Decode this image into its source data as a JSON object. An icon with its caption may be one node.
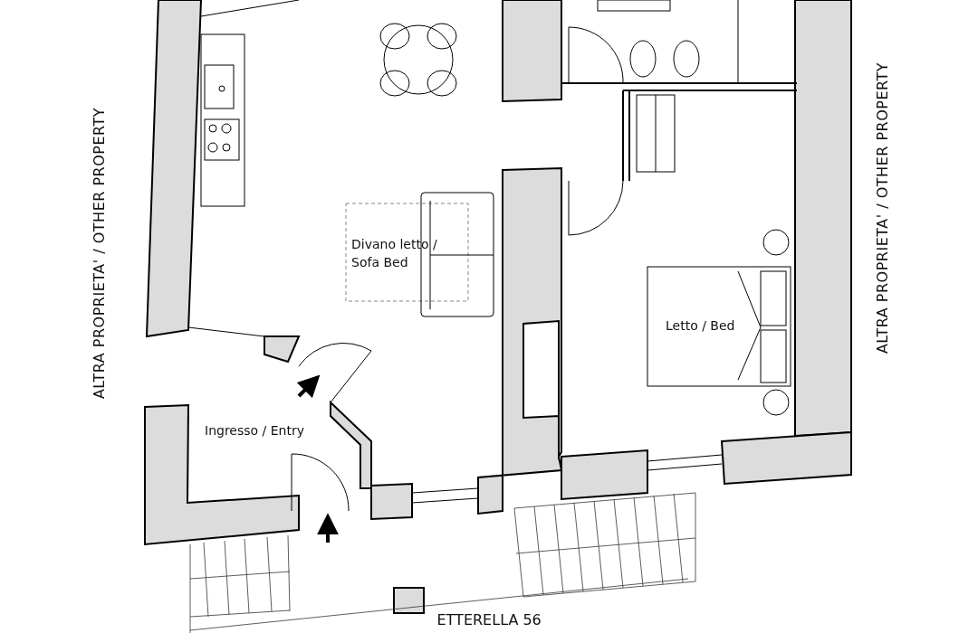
{
  "diagram": {
    "labels": [
      "ALTRA PROPRIETA' / OTHER PROPERTY",
      "Divano letto / Sofa Bed",
      "Letto / Bed",
      "Ingresso / Entry",
      "ALTRA PROPRIETA' / OTHER PROPERTY",
      "ETTERELLA 56"
    ]
  }
}
